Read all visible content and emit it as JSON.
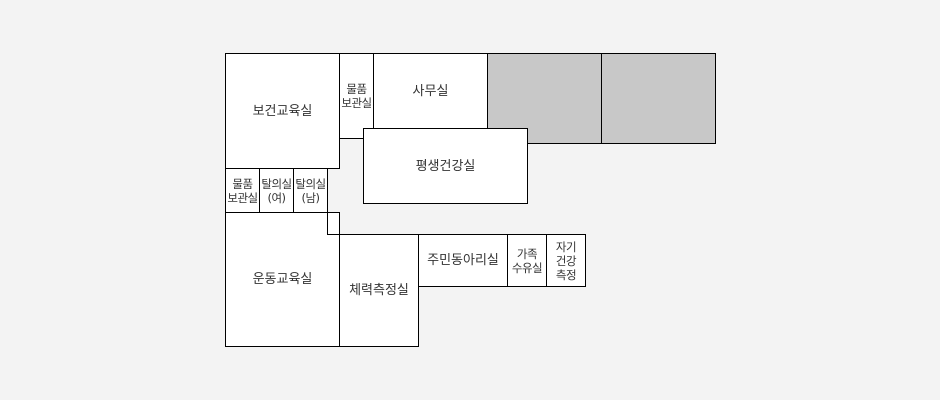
{
  "floor_plan": {
    "rooms": [
      {
        "id": "health-education",
        "label": "보건교육실"
      },
      {
        "id": "storage-top",
        "label": "물품\n보관실"
      },
      {
        "id": "office",
        "label": "사무실"
      },
      {
        "id": "unlabeled-1",
        "label": ""
      },
      {
        "id": "unlabeled-2",
        "label": ""
      },
      {
        "id": "lifelong-health",
        "label": "평생건강실"
      },
      {
        "id": "storage-left",
        "label": "물품\n보관실"
      },
      {
        "id": "changing-women",
        "label": "탈의실\n(여)"
      },
      {
        "id": "changing-men",
        "label": "탈의실\n(남)"
      },
      {
        "id": "exercise-education",
        "label": "운동교육실"
      },
      {
        "id": "fitness-measurement",
        "label": "체력측정실"
      },
      {
        "id": "resident-club",
        "label": "주민동아리실"
      },
      {
        "id": "nursing-room",
        "label": "가족\n수유실"
      },
      {
        "id": "self-health-check",
        "label": "자기\n건강\n측정"
      }
    ],
    "colors": {
      "background": "#f3f3f3",
      "room_fill": "#ffffff",
      "unlabeled_fill": "#c8c8c8",
      "wall": "#000000"
    }
  }
}
